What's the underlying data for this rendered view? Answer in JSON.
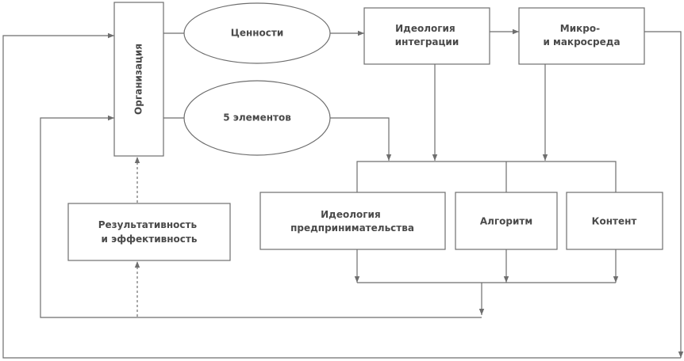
{
  "diagram": {
    "organization": "Организация",
    "values": "Ценности",
    "five_elements": "5 элементов",
    "integration_ideology": [
      "Идеология",
      "интеграции"
    ],
    "micro_macro": [
      "Микро-",
      "и макросреда"
    ],
    "entrepreneurship_ideology": [
      "Идеология",
      "предпринимательства"
    ],
    "algorithm": "Алгоритм",
    "content": "Контент",
    "performance": [
      "Результативность",
      "и эффективность"
    ]
  }
}
